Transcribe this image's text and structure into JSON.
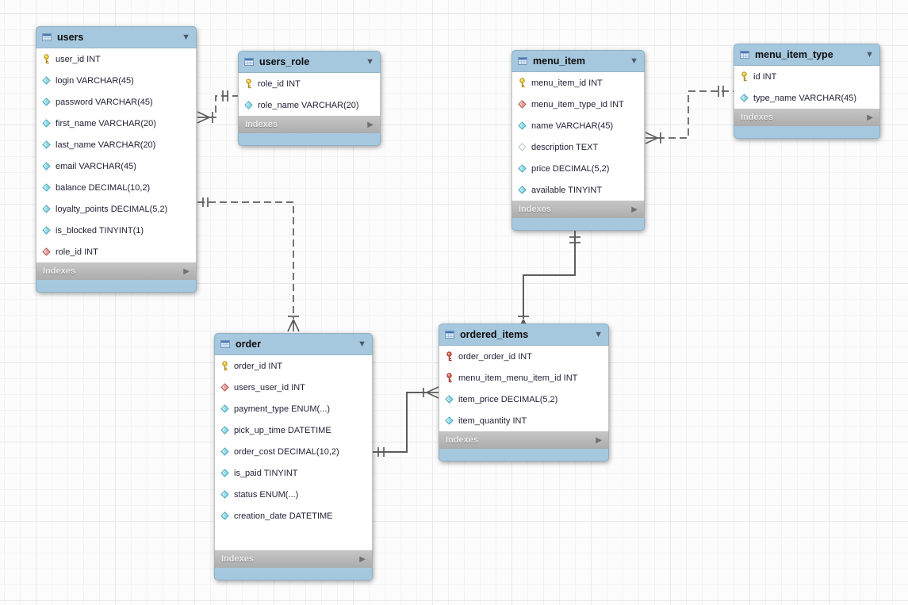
{
  "diagram": {
    "indexes_label": "Indexes",
    "collapse_icon_glyph": "▼",
    "indexes_arrow_glyph": "▶",
    "colors": {
      "table_header": "#a6c8de",
      "footer_bar": "#b6b6b6",
      "canvas": "#fcfcfc",
      "connection_line": "#5d5d5d",
      "primary_key_icon": "#f5d339",
      "primary_foreign_key_icon": "#e4685a",
      "foreign_key_icon": "#e2a09a",
      "column_icon": "#8fdbe8"
    },
    "tables": [
      {
        "name": "users",
        "columns": [
          {
            "icon": "pk",
            "label": "user_id INT"
          },
          {
            "icon": "col",
            "label": "login VARCHAR(45)"
          },
          {
            "icon": "col",
            "label": "password VARCHAR(45)"
          },
          {
            "icon": "col",
            "label": "first_name VARCHAR(20)"
          },
          {
            "icon": "col",
            "label": "last_name VARCHAR(20)"
          },
          {
            "icon": "col",
            "label": "email VARCHAR(45)"
          },
          {
            "icon": "col",
            "label": "balance DECIMAL(10,2)"
          },
          {
            "icon": "col",
            "label": "loyalty_points DECIMAL(5,2)"
          },
          {
            "icon": "col",
            "label": "is_blocked TINYINT(1)"
          },
          {
            "icon": "fk",
            "label": "role_id INT"
          }
        ]
      },
      {
        "name": "users_role",
        "columns": [
          {
            "icon": "pk",
            "label": "role_id INT"
          },
          {
            "icon": "col",
            "label": "role_name VARCHAR(20)"
          }
        ]
      },
      {
        "name": "menu_item",
        "columns": [
          {
            "icon": "pk",
            "label": "menu_item_id INT"
          },
          {
            "icon": "fk",
            "label": "menu_item_type_id INT"
          },
          {
            "icon": "col",
            "label": "name VARCHAR(45)"
          },
          {
            "icon": "coln",
            "label": "description TEXT"
          },
          {
            "icon": "col",
            "label": "price DECIMAL(5,2)"
          },
          {
            "icon": "col",
            "label": "available TINYINT"
          }
        ]
      },
      {
        "name": "menu_item_type",
        "columns": [
          {
            "icon": "pk",
            "label": "id INT"
          },
          {
            "icon": "col",
            "label": "type_name VARCHAR(45)"
          }
        ]
      },
      {
        "name": "order",
        "columns": [
          {
            "icon": "pk",
            "label": "order_id INT"
          },
          {
            "icon": "fk",
            "label": "users_user_id INT"
          },
          {
            "icon": "col",
            "label": "payment_type ENUM(...)"
          },
          {
            "icon": "col",
            "label": "pick_up_time DATETIME"
          },
          {
            "icon": "col",
            "label": "order_cost DECIMAL(10,2)"
          },
          {
            "icon": "col",
            "label": "is_paid TINYINT"
          },
          {
            "icon": "col",
            "label": "status ENUM(...)"
          },
          {
            "icon": "col",
            "label": "creation_date DATETIME"
          }
        ]
      },
      {
        "name": "ordered_items",
        "columns": [
          {
            "icon": "pkfk",
            "label": "order_order_id INT"
          },
          {
            "icon": "pkfk",
            "label": "menu_item_menu_item_id INT"
          },
          {
            "icon": "col",
            "label": "item_price DECIMAL(5,2)"
          },
          {
            "icon": "col",
            "label": "item_quantity INT"
          }
        ]
      }
    ],
    "relationships": [
      {
        "from": "users_role",
        "to": "users",
        "from_cardinality": "one",
        "to_cardinality": "many",
        "style": "dashed"
      },
      {
        "from": "users",
        "to": "order",
        "from_cardinality": "one",
        "to_cardinality": "many",
        "style": "dashed"
      },
      {
        "from": "menu_item_type",
        "to": "menu_item",
        "from_cardinality": "one",
        "to_cardinality": "many",
        "style": "dashed"
      },
      {
        "from": "menu_item",
        "to": "ordered_items",
        "from_cardinality": "one",
        "to_cardinality": "many",
        "style": "solid"
      },
      {
        "from": "order",
        "to": "ordered_items",
        "from_cardinality": "one",
        "to_cardinality": "many",
        "style": "solid"
      }
    ]
  }
}
